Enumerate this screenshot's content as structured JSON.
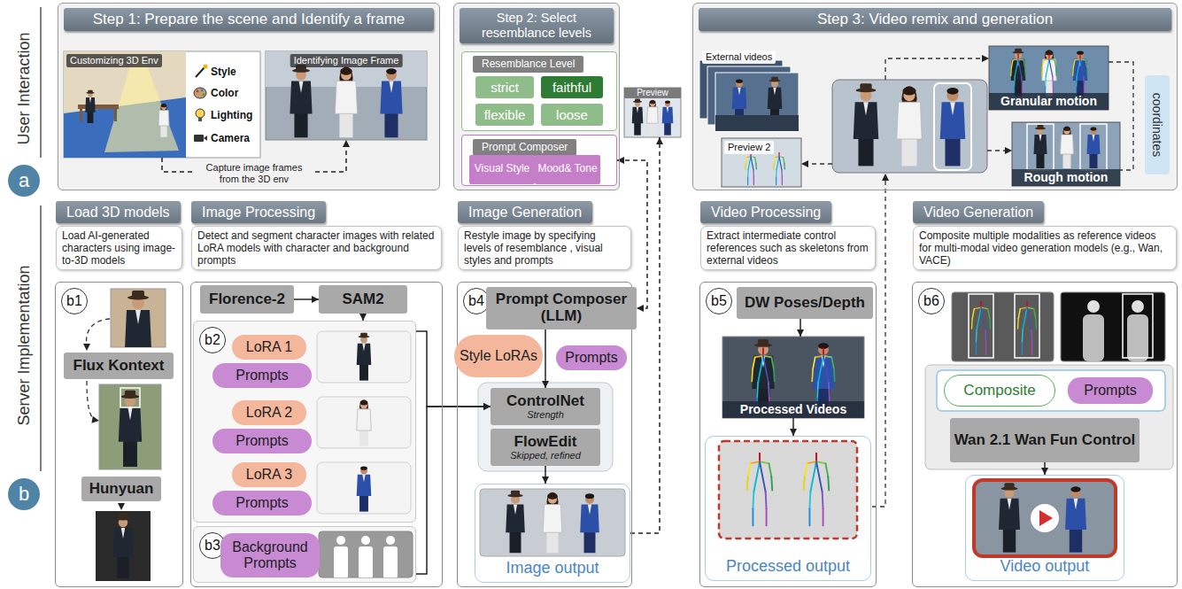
{
  "diagram": {
    "nodes": [
      {
        "text": [
          "Step 1: Prepare the scene and Identify a frame"
        ]
      },
      {
        "text": [
          "Customizing 3D Env",
          "Style",
          "Color",
          "Lighting",
          "Camera"
        ],
        "in": 0
      },
      {
        "text": [
          "Identifying Image Frame"
        ],
        "in": 0
      },
      {
        "text": [
          "Step 2: Select resemblance levels"
        ]
      },
      {
        "text": [
          "Resemblance Level"
        ],
        "in": 3
      },
      {
        "text": [
          "strict"
        ],
        "in": 4
      },
      {
        "text": [
          "faithful"
        ],
        "in": 4
      },
      {
        "text": [
          "flexible"
        ],
        "in": 4
      },
      {
        "text": [
          "loose"
        ],
        "in": 4
      },
      {
        "text": [
          "Prompt Composer"
        ],
        "in": 3
      },
      {
        "text": [
          "Visual Style"
        ],
        "in": 9
      },
      {
        "text": [
          "Mood& Tone"
        ],
        "in": 9
      },
      {
        "text": [
          "Preview"
        ]
      },
      {
        "text": [
          "Step 3: Video remix and generation"
        ]
      },
      {
        "text": [
          "External videos"
        ],
        "in": 13
      },
      {
        "text": [
          "Preview 2"
        ],
        "in": 13
      },
      {
        "text": [
          "Granular motion"
        ],
        "in": 13
      },
      {
        "text": [
          "Rough motion"
        ],
        "in": 13
      },
      {
        "text": [
          "coordinates"
        ],
        "in": 13
      },
      {
        "text": [
          "a"
        ]
      },
      {
        "text": [
          "b"
        ]
      },
      {
        "text": [
          "Load 3D models",
          "Load AI-generated characters using image-to-3D models",
          "b1"
        ]
      },
      {
        "text": [
          "Flux Kontext"
        ],
        "in": 21
      },
      {
        "text": [
          "Hunyuan"
        ],
        "in": 21
      },
      {
        "text": [
          "Image Processing",
          "Detect and segment character images with related LoRA models with character and background prompts"
        ]
      },
      {
        "text": [
          "Florence-2"
        ],
        "in": 24
      },
      {
        "text": [
          "SAM2"
        ],
        "in": 24
      },
      {
        "text": [
          "b2"
        ],
        "in": 24
      },
      {
        "text": [
          "LoRA 1"
        ],
        "in": 27
      },
      {
        "text": [
          "Prompts"
        ],
        "in": 27
      },
      {
        "text": [
          "LoRA 2"
        ],
        "in": 27
      },
      {
        "text": [
          "Prompts"
        ],
        "in": 27
      },
      {
        "text": [
          "LoRA 3"
        ],
        "in": 27
      },
      {
        "text": [
          "Prompts"
        ],
        "in": 27
      },
      {
        "text": [
          "b3"
        ],
        "in": 24
      },
      {
        "text": [
          "Background Prompts"
        ],
        "in": 34
      },
      {
        "text": [
          "Image Generation",
          "Restyle image by specifying levels of resemblance , visual styles and prompts",
          "b4"
        ]
      },
      {
        "text": [
          "Prompt Composer (LLM)"
        ],
        "in": 36
      },
      {
        "text": [
          "Style LoRAs"
        ],
        "in": 36
      },
      {
        "text": [
          "Prompts"
        ],
        "in": 36
      },
      {
        "text": [
          "ControlNet",
          "Strength"
        ],
        "in": 36
      },
      {
        "text": [
          "FlowEdit",
          "Skipped, refined"
        ],
        "in": 36
      },
      {
        "text": [
          "Image output"
        ],
        "in": 36
      },
      {
        "text": [
          "Video Processing",
          "Extract intermediate control references such as skeletons from external videos",
          "b5"
        ]
      },
      {
        "text": [
          "DW Poses/Depth"
        ],
        "in": 43
      },
      {
        "text": [
          "Processed Videos"
        ],
        "in": 43
      },
      {
        "text": [
          "Processed output"
        ],
        "in": 43
      },
      {
        "text": [
          "Video Generation",
          "Composite multiple modalities as reference videos for multi-modal video generation models (e.g., Wan, VACE)",
          "b6"
        ]
      },
      {
        "text": [
          "Composite"
        ],
        "in": 47
      },
      {
        "text": [
          "Prompts"
        ],
        "in": 47
      },
      {
        "text": [
          "Wan 2.1 Wan Fun Control"
        ],
        "in": 47
      },
      {
        "text": [
          "Video output"
        ],
        "in": 47
      }
    ],
    "edges": [
      {
        "from": 1,
        "to": 2,
        "label": "Capture image frames from the 3D env",
        "arrow": "to"
      },
      {
        "from": 25,
        "to": 26,
        "arrow": "to"
      },
      {
        "from": 26,
        "to": 27,
        "arrow": "to"
      },
      {
        "from": 27,
        "to": 40,
        "arrow": "to"
      },
      {
        "from": 34,
        "to": 40,
        "arrow": "to"
      },
      {
        "from": 37,
        "to": 40,
        "arrow": "to"
      },
      {
        "from": 41,
        "to": 42,
        "arrow": "to"
      },
      {
        "from": 42,
        "to": 12,
        "arrow": "to"
      },
      {
        "from": 9,
        "to": 37,
        "arrow": "both"
      },
      {
        "from": 44,
        "to": 45,
        "arrow": "to"
      },
      {
        "from": 45,
        "to": 46,
        "arrow": "to"
      },
      {
        "from": 50,
        "to": 51,
        "arrow": "to"
      }
    ],
    "labels": [
      "User Interaction",
      "Server Implementation"
    ]
  }
}
